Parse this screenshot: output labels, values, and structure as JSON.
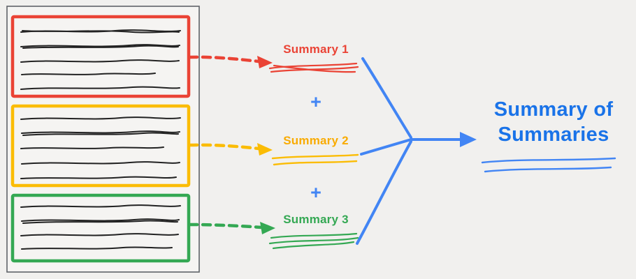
{
  "summaries": [
    {
      "label": "Summary 1",
      "color": "#EA4335"
    },
    {
      "label": "Summary 2",
      "color": "#F9A800"
    },
    {
      "label": "Summary 3",
      "color": "#34A853"
    }
  ],
  "plus": "+",
  "final": {
    "line1": "Summary of",
    "line2": "Summaries",
    "color": "#1A73E8"
  },
  "colors": {
    "background": "#F1F0EE",
    "accent_blue": "#4285F4",
    "document_border": "#5F6368",
    "ink": "#202124"
  }
}
